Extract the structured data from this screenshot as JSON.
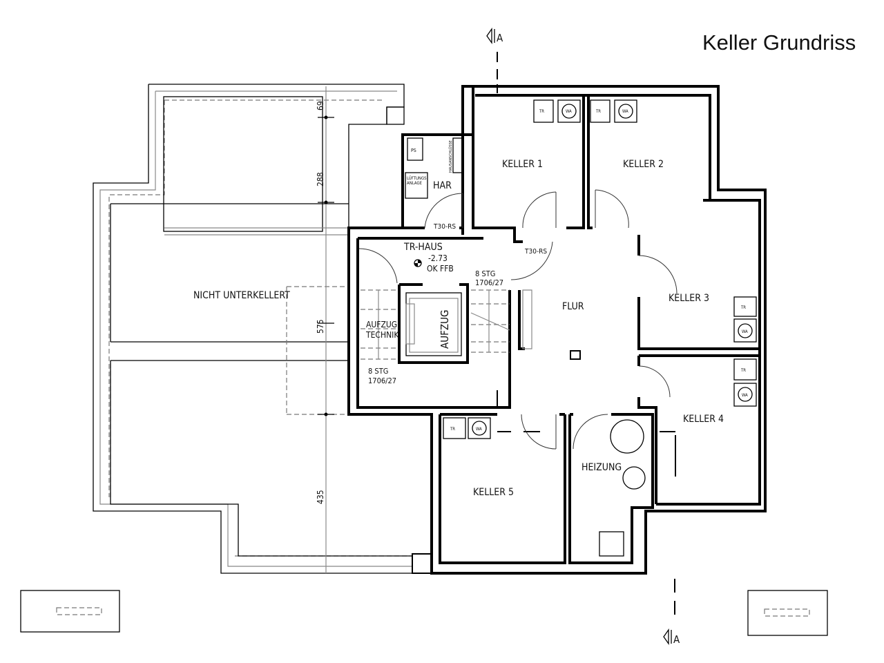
{
  "title": "Keller Grundriss",
  "section_marker": "A",
  "rooms": {
    "keller1": "KELLER 1",
    "keller2": "KELLER 2",
    "keller3": "KELLER 3",
    "keller4": "KELLER 4",
    "keller5": "KELLER 5",
    "flur": "FLUR",
    "heizung": "HEIZUNG",
    "har": "HAR",
    "tr_haus": "TR-HAUS",
    "aufzug": "AUFZUG",
    "aufzug_technik_1": "AUFZUG",
    "aufzug_technik_2": "TECHNIK",
    "nicht_unterkellert": "NICHT UNTERKELLERT"
  },
  "level": {
    "value": "-2.73",
    "ref": "OK FFB"
  },
  "doors": {
    "t30_har": "T30-RS",
    "t30_flur": "T30-RS"
  },
  "stairs": {
    "upper": {
      "steps": "8 STG",
      "ratio": "1706/27"
    },
    "lower": {
      "steps": "8 STG",
      "ratio": "1706/27"
    }
  },
  "appliances": {
    "dryer": "TR",
    "washer": "WA"
  },
  "har_items": {
    "ps": "PS",
    "lueftung_1": "LÜFTUNGS",
    "lueftung_2": "ANLAGE",
    "hausanschluesse": "HAUSANSCHLÜSSE"
  },
  "dimensions": [
    "69",
    "288",
    "575",
    "435"
  ]
}
